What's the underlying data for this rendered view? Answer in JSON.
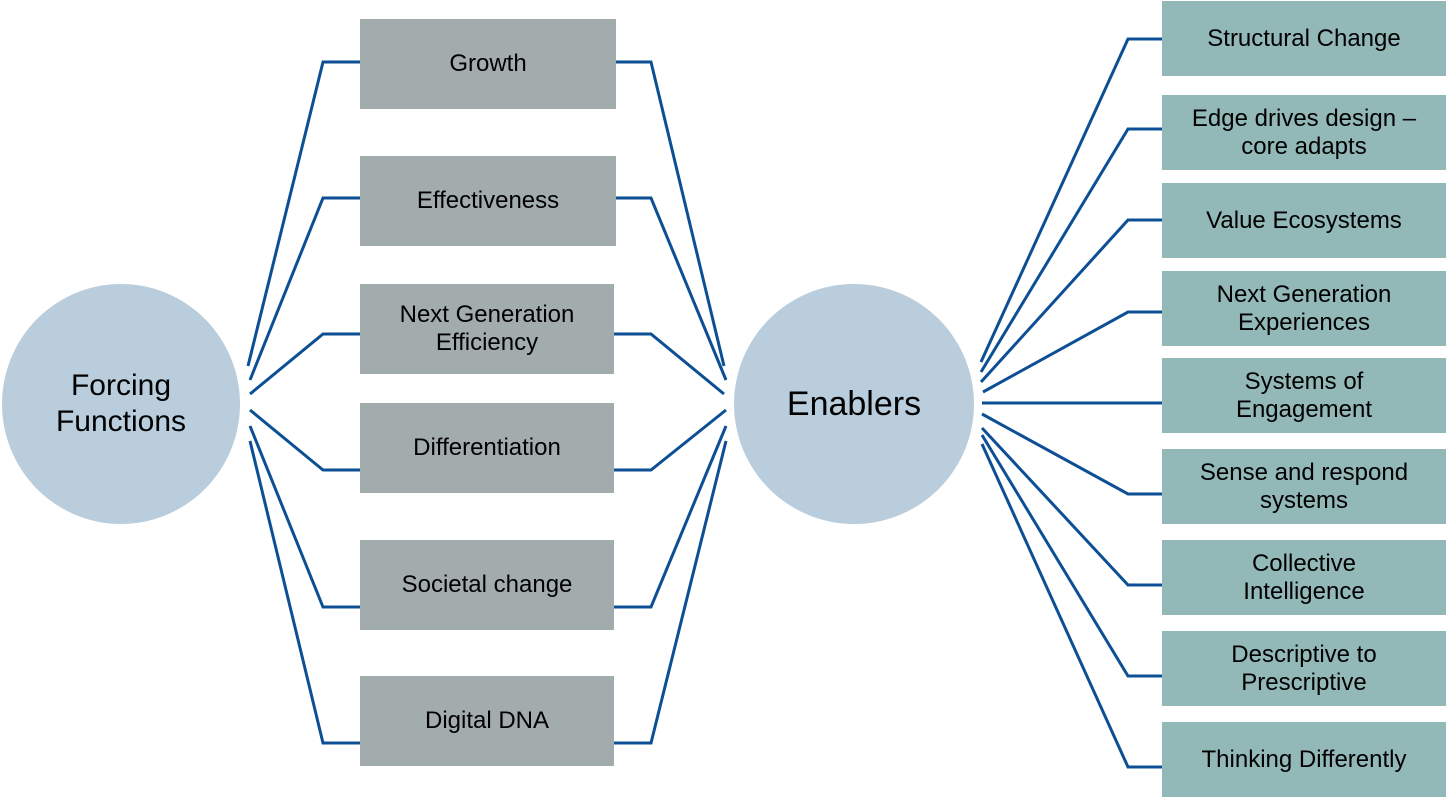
{
  "colors": {
    "hub_fill": "#b9cddd",
    "forcing_box_fill": "#a3acad",
    "enabler_box_fill": "#93b8b8",
    "connector_stroke": "#0d4f94"
  },
  "hubs": {
    "forcing_functions": "Forcing\nFunctions",
    "enablers": "Enablers"
  },
  "forcing_functions": [
    "Growth",
    "Effectiveness",
    "Next Generation\nEfficiency",
    "Differentiation",
    "Societal change",
    "Digital DNA"
  ],
  "enablers": [
    "Structural Change",
    "Edge drives design –\ncore adapts",
    "Value Ecosystems",
    "Next Generation\nExperiences",
    "Systems of\nEngagement",
    "Sense and respond\nsystems",
    "Collective\nIntelligence",
    "Descriptive to\nPrescriptive",
    "Thinking Differently"
  ]
}
